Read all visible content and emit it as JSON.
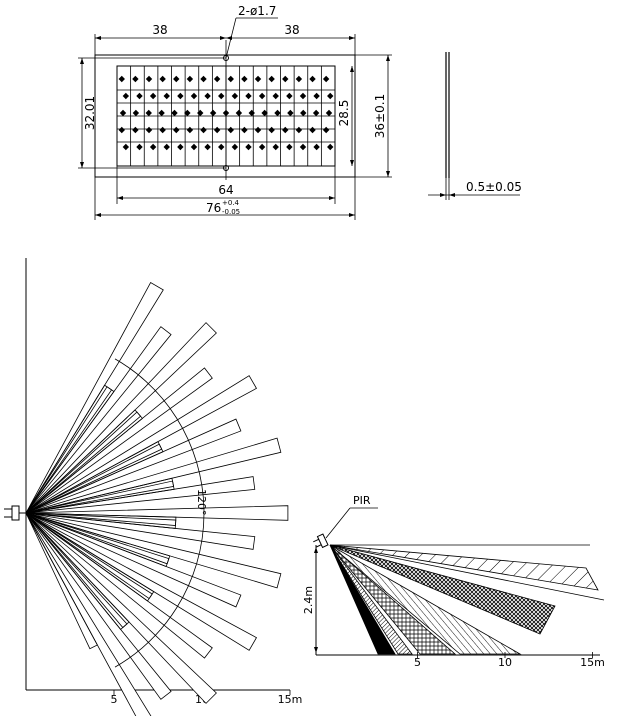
{
  "lens_drawing": {
    "dim_half_left": "38",
    "dim_half_right": "38",
    "dim_holes": "2-ø1.7",
    "dim_left_height": "32.01",
    "dim_inner_height": "28.5",
    "dim_outer_height": "36±0.1",
    "dim_inner_width": "64",
    "dim_outer_width_base": "76",
    "dim_outer_width_tol_upper": "+0.4",
    "dim_outer_width_tol_lower": "-0.05",
    "dim_thickness": "0.5±0.05"
  },
  "top_view": {
    "angle_label": "120°",
    "axis_ticks": [
      {
        "value": 5,
        "label": "5"
      },
      {
        "value": 10,
        "label": "10"
      },
      {
        "value": 15,
        "label": "15m"
      }
    ]
  },
  "side_view": {
    "sensor_label": "PIR",
    "height_label": "2.4m",
    "axis_ticks": [
      {
        "value": 5,
        "label": "5"
      },
      {
        "value": 10,
        "label": "10"
      },
      {
        "value": 15,
        "label": "15m"
      }
    ]
  }
}
